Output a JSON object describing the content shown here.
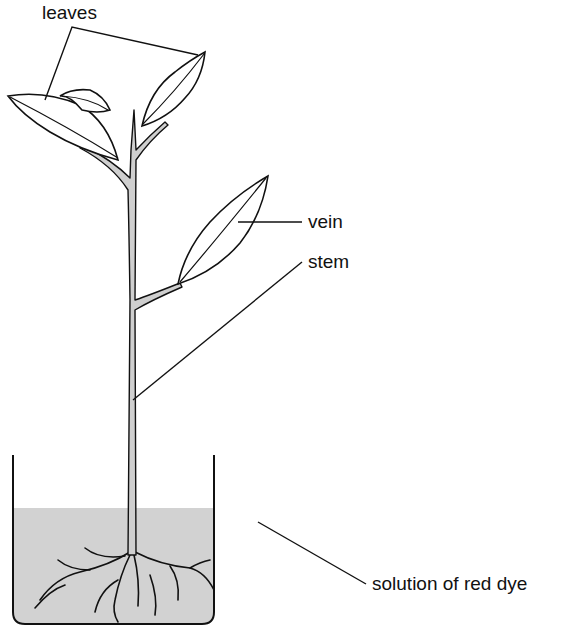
{
  "diagram": {
    "labels": [
      "leaves",
      "vein",
      "stem",
      "solution of red dye"
    ]
  }
}
